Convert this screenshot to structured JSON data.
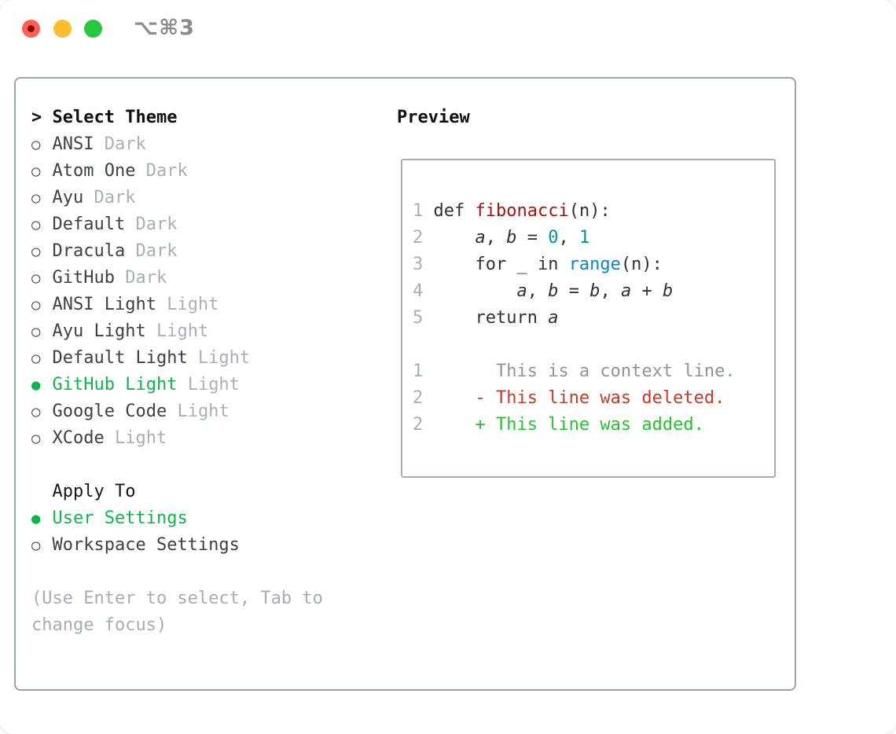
{
  "window": {
    "title": "⌥⌘3"
  },
  "theme_picker": {
    "prompt": ">",
    "header": "Select Theme",
    "items": [
      {
        "name": "ANSI",
        "variant": "Dark",
        "selected": false
      },
      {
        "name": "Atom One",
        "variant": "Dark",
        "selected": false
      },
      {
        "name": "Ayu",
        "variant": "Dark",
        "selected": false
      },
      {
        "name": "Default",
        "variant": "Dark",
        "selected": false
      },
      {
        "name": "Dracula",
        "variant": "Dark",
        "selected": false
      },
      {
        "name": "GitHub",
        "variant": "Dark",
        "selected": false
      },
      {
        "name": "ANSI Light",
        "variant": "Light",
        "selected": false
      },
      {
        "name": "Ayu Light",
        "variant": "Light",
        "selected": false
      },
      {
        "name": "Default Light",
        "variant": "Light",
        "selected": false
      },
      {
        "name": "GitHub Light",
        "variant": "Light",
        "selected": true
      },
      {
        "name": "Google Code",
        "variant": "Light",
        "selected": false
      },
      {
        "name": "XCode",
        "variant": "Light",
        "selected": false
      }
    ],
    "apply_to": {
      "header": "Apply To",
      "options": [
        {
          "name": "User Settings",
          "selected": true
        },
        {
          "name": "Workspace Settings",
          "selected": false
        }
      ]
    },
    "hint_lines": [
      "(Use Enter to select, Tab to",
      "change focus)"
    ]
  },
  "preview": {
    "title": "Preview",
    "code_lines": [
      {
        "num": "1",
        "tokens": [
          {
            "t": "def ",
            "s": "plain"
          },
          {
            "t": "fibonacci",
            "s": "function"
          },
          {
            "t": "(n):",
            "s": "plain"
          }
        ]
      },
      {
        "num": "2",
        "tokens": [
          {
            "t": "    ",
            "s": "plain"
          },
          {
            "t": "a",
            "s": "var"
          },
          {
            "t": ", ",
            "s": "plain"
          },
          {
            "t": "b",
            "s": "var"
          },
          {
            "t": " = ",
            "s": "plain"
          },
          {
            "t": "0",
            "s": "number"
          },
          {
            "t": ", ",
            "s": "plain"
          },
          {
            "t": "1",
            "s": "number"
          }
        ]
      },
      {
        "num": "3",
        "tokens": [
          {
            "t": "    for _ in ",
            "s": "plain"
          },
          {
            "t": "range",
            "s": "builtin"
          },
          {
            "t": "(n):",
            "s": "plain"
          }
        ]
      },
      {
        "num": "4",
        "tokens": [
          {
            "t": "        ",
            "s": "plain"
          },
          {
            "t": "a",
            "s": "var"
          },
          {
            "t": ", ",
            "s": "plain"
          },
          {
            "t": "b",
            "s": "var"
          },
          {
            "t": " = ",
            "s": "plain"
          },
          {
            "t": "b",
            "s": "var"
          },
          {
            "t": ", ",
            "s": "plain"
          },
          {
            "t": "a",
            "s": "var"
          },
          {
            "t": " + ",
            "s": "plain"
          },
          {
            "t": "b",
            "s": "var"
          }
        ]
      },
      {
        "num": "5",
        "tokens": [
          {
            "t": "    return ",
            "s": "plain"
          },
          {
            "t": "a",
            "s": "var"
          }
        ]
      },
      {
        "num": "",
        "tokens": []
      },
      {
        "num": "1",
        "tokens": [
          {
            "t": "      This is a context line.",
            "s": "context"
          }
        ]
      },
      {
        "num": "2",
        "tokens": [
          {
            "t": "    - This line was deleted.",
            "s": "deleted"
          }
        ]
      },
      {
        "num": "2",
        "tokens": [
          {
            "t": "    + This line was added.",
            "s": "added"
          }
        ]
      }
    ]
  },
  "colors": {
    "accent_green": "#0db44a",
    "muted_gray": "#a7b0ba",
    "panel_border": "#99a3ad",
    "code_text": "#2b3238",
    "function_red": "#a01511",
    "builtin_blue": "#0b87b8",
    "number_teal": "#009492",
    "diff_deleted_red": "#c43b26",
    "diff_added_green": "#23c32e",
    "traffic_close": "#ff5f57",
    "traffic_minimize": "#febc2e",
    "traffic_zoom": "#28c840"
  }
}
